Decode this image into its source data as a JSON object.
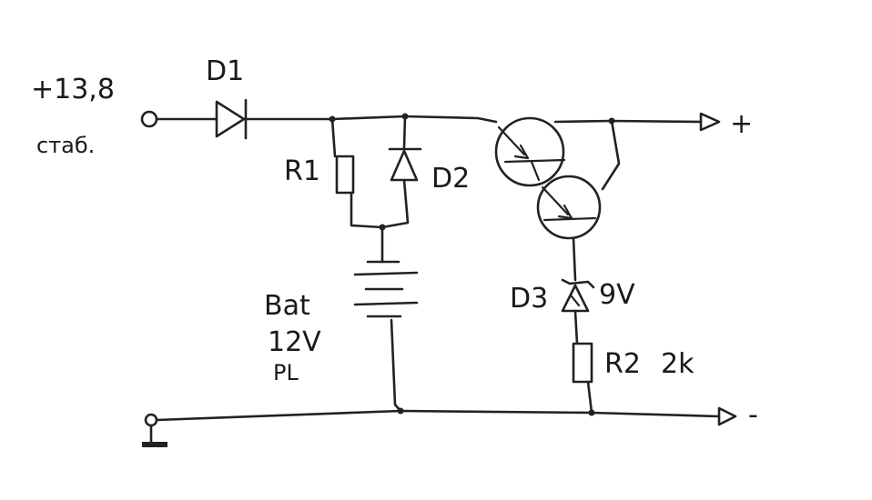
{
  "input": {
    "voltage_label": "+13,8",
    "type_label": "стаб."
  },
  "components": {
    "d1": "D1",
    "r1": "R1",
    "d2": "D2",
    "bat": {
      "name": "Bat",
      "voltage": "12V",
      "type": "PL"
    },
    "d3": {
      "name": "D3",
      "value": "9V"
    },
    "r2": {
      "name": "R2",
      "value": "2k"
    }
  },
  "output": {
    "plus": "+",
    "minus": "-"
  },
  "colors": {
    "ink": "#222222",
    "paper": "#ffffff"
  }
}
